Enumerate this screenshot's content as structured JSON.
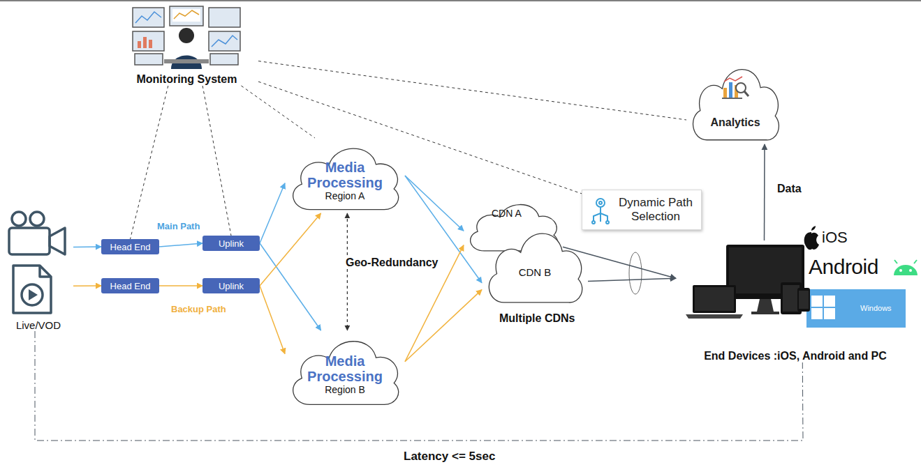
{
  "diagram": {
    "nodes": [
      {
        "text": [
          "Monitoring System"
        ]
      },
      {
        "text": [
          "Analytics"
        ]
      },
      {
        "text": [
          "Live/VOD"
        ]
      },
      {
        "text": [
          "Head End"
        ]
      },
      {
        "text": [
          "Uplink"
        ]
      },
      {
        "text": [
          "Head End"
        ]
      },
      {
        "text": [
          "Uplink"
        ]
      },
      {
        "text": [
          "Media Processing",
          "Region A"
        ]
      },
      {
        "text": [
          "Media Processing",
          "Region B"
        ]
      },
      {
        "text": [
          "CDN A"
        ]
      },
      {
        "text": [
          "CDN B"
        ]
      },
      {
        "text": [
          "Dynamic Path Selection"
        ]
      },
      {
        "text": [
          "End Devices :iOS, Android and PC"
        ]
      }
    ],
    "edges": [
      {
        "from": 2,
        "to": 3,
        "arrow": "to"
      },
      {
        "from": 2,
        "to": 5,
        "arrow": "to"
      },
      {
        "from": 3,
        "to": 4,
        "arrow": "to"
      },
      {
        "from": 5,
        "to": 6,
        "arrow": "to"
      },
      {
        "from": 4,
        "to": 7,
        "arrow": "to"
      },
      {
        "from": 4,
        "to": 8,
        "arrow": "to"
      },
      {
        "from": 6,
        "to": 7,
        "arrow": "to"
      },
      {
        "from": 6,
        "to": 8,
        "arrow": "to"
      },
      {
        "from": 7,
        "to": 8,
        "label": "Geo-Redundancy",
        "arrow": "both"
      },
      {
        "from": 7,
        "to": 9,
        "arrow": "to"
      },
      {
        "from": 7,
        "to": 10,
        "arrow": "to"
      },
      {
        "from": 8,
        "to": 9,
        "arrow": "to"
      },
      {
        "from": 8,
        "to": 10,
        "arrow": "to"
      },
      {
        "from": 9,
        "to": 12,
        "arrow": "to"
      },
      {
        "from": 10,
        "to": 12,
        "arrow": "to"
      },
      {
        "from": 12,
        "to": 1,
        "label": "Data",
        "arrow": "to"
      },
      {
        "from": 0,
        "to": 3,
        "arrow": "none"
      },
      {
        "from": 0,
        "to": 4,
        "arrow": "none"
      },
      {
        "from": 0,
        "to": 7,
        "arrow": "none"
      },
      {
        "from": 0,
        "to": 11,
        "arrow": "none"
      },
      {
        "from": 0,
        "to": 1,
        "arrow": "none"
      },
      {
        "from": 2,
        "to": 12,
        "label": "Latency <= 5sec",
        "arrow": "none"
      }
    ],
    "labels": [
      "Main Path",
      "Backup Path",
      "Multiple CDNs",
      "iOS",
      "Android",
      "Windows"
    ]
  }
}
